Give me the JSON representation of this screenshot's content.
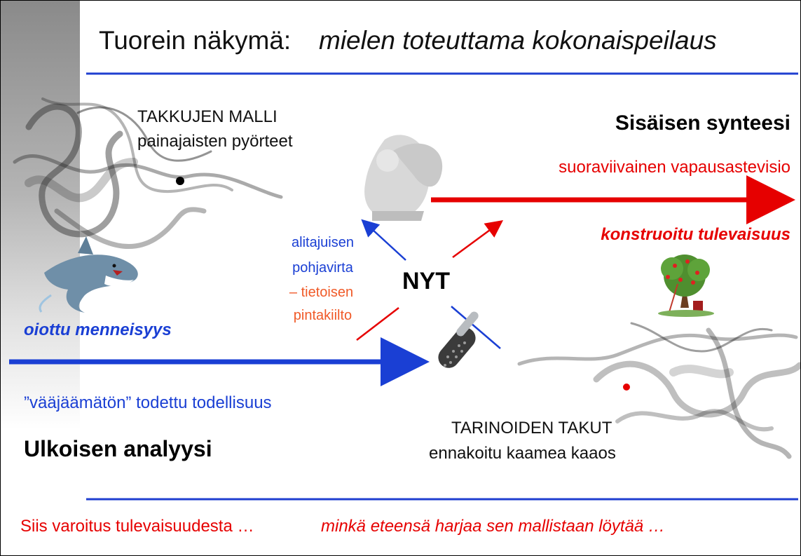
{
  "title": {
    "lead": "Tuorein näkymä:",
    "emphasis": "mielen toteuttama kokonaispeilaus"
  },
  "upper_left": {
    "line1": "TAKKUJEN MALLI",
    "line2": "painajaisten pyörteet"
  },
  "upper_right": {
    "heading": "Sisäisen synteesi",
    "subtitle": "suoraviivainen vapausastevisio",
    "emphasis": "konstruoitu tulevaisuus"
  },
  "center": {
    "label": "NYT",
    "blue_line1": "alitajuisen",
    "blue_line2": "pohjavirta",
    "orange_line1": "– tietoisen",
    "orange_line2": "pintakiilto"
  },
  "lower_left": {
    "emphasis": "oiottu menneisyys",
    "subtitle": "”vääjäämätön” todettu todellisuus",
    "heading": "Ulkoisen analyysi"
  },
  "lower_right": {
    "line1": "TARINOIDEN TAKUT",
    "line2": "ennakoitu kaamea kaaos"
  },
  "footer": {
    "lead": "Siis varoitus tulevaisuudesta …",
    "emphasis": "minkä eteensä harjaa sen mallistaan löytää …"
  },
  "colors": {
    "blue": "#1a3fd4",
    "red": "#e60000",
    "orange": "#f05a28",
    "rule": "#1f3fd0"
  },
  "icons": [
    "smoke-swirl-image",
    "shark-image",
    "angel-statue-image",
    "hairbrush-image",
    "apple-tree-image"
  ]
}
